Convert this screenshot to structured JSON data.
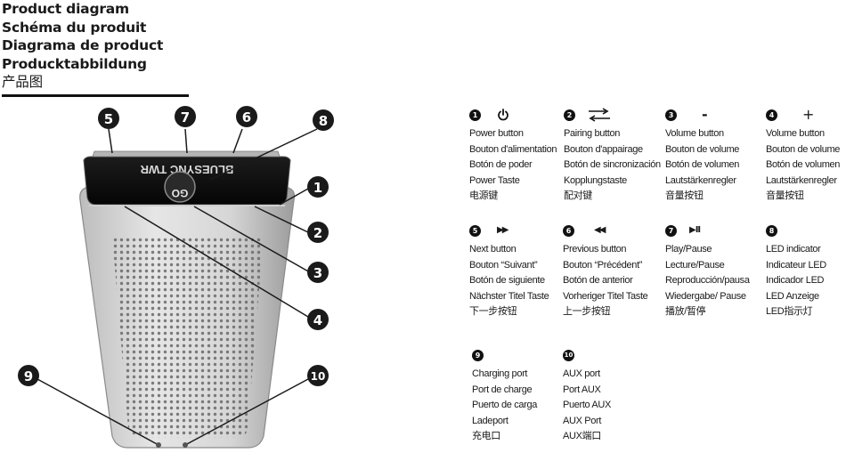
{
  "titles": [
    "Product diagram",
    "Schéma du produit",
    "Diagrama de product",
    "Producktabbildung",
    "产品图"
  ],
  "device": {
    "brand_text": "BLUESYNC TWR",
    "logo_text": "GO"
  },
  "callouts": [
    "1",
    "2",
    "3",
    "4",
    "5",
    "6",
    "7",
    "8",
    "9",
    "10"
  ],
  "legend": [
    {
      "num": "1",
      "icon": "power-icon",
      "lines": [
        "Power button",
        "Bouton d'alimentation",
        "Botón de poder",
        "Power Taste",
        "电源键"
      ]
    },
    {
      "num": "2",
      "icon": "pairing-icon",
      "lines": [
        "Pairing button",
        "Bouton d'appairage",
        "Botón de sincronización",
        "Kopplungstaste",
        "配对键"
      ]
    },
    {
      "num": "3",
      "icon": "minus-icon",
      "symbol": "-",
      "lines": [
        "Volume button",
        "Bouton de volume",
        "Botón de volumen",
        "Lautstärkenregler",
        "音量按钮"
      ]
    },
    {
      "num": "4",
      "icon": "plus-icon",
      "symbol": "+",
      "lines": [
        "Volume button",
        "Bouton de volume",
        "Botón de volumen",
        "Lautstärkenregler",
        "音量按钮"
      ]
    },
    {
      "num": "5",
      "icon": "next-icon",
      "symbol": "▶▶",
      "lines": [
        "Next button",
        "Bouton “Suivant”",
        "Botón de siguiente",
        "Nächster Titel Taste",
        "下一步按钮"
      ]
    },
    {
      "num": "6",
      "icon": "previous-icon",
      "symbol": "◀◀",
      "lines": [
        "Previous button",
        "Bouton “Précédent”",
        "Botón de anterior",
        "Vorheriger Titel Taste",
        "上一步按钮"
      ]
    },
    {
      "num": "7",
      "icon": "play-pause-icon",
      "symbol": "▶II",
      "lines": [
        "Play/Pause",
        "Lecture/Pause",
        "Reproducción/pausa",
        "Wiedergabe/ Pause",
        "播放/暂停"
      ]
    },
    {
      "num": "8",
      "icon": "led-icon",
      "lines": [
        "LED indicator",
        "Indicateur LED",
        "Indicador LED",
        "LED Anzeige",
        "LED指示灯"
      ]
    },
    {
      "num": "9",
      "icon": "charging-icon",
      "lines": [
        "Charging port",
        "Port de charge",
        "Puerto de carga",
        "Ladeport",
        "充电口"
      ]
    },
    {
      "num": "10",
      "icon": "aux-icon",
      "lines": [
        "AUX port",
        "Port AUX",
        "Puerto AUX",
        "AUX Port",
        "AUX端口"
      ]
    }
  ]
}
